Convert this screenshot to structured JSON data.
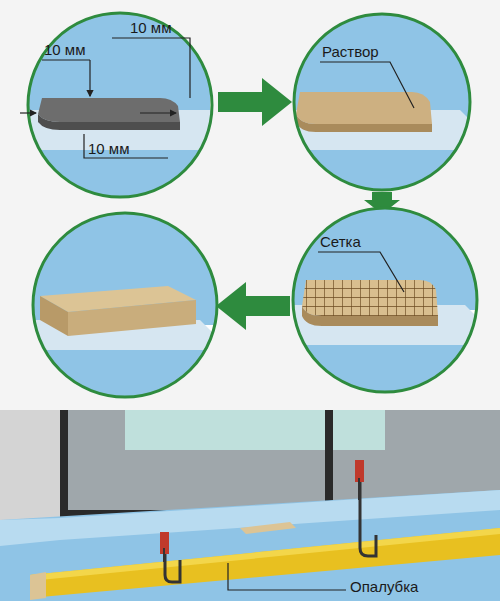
{
  "diagram": {
    "labels": [
      "10 мм",
      "10 мм",
      "10 мм",
      "Раствор",
      "Сетка",
      "Опалубка"
    ]
  }
}
